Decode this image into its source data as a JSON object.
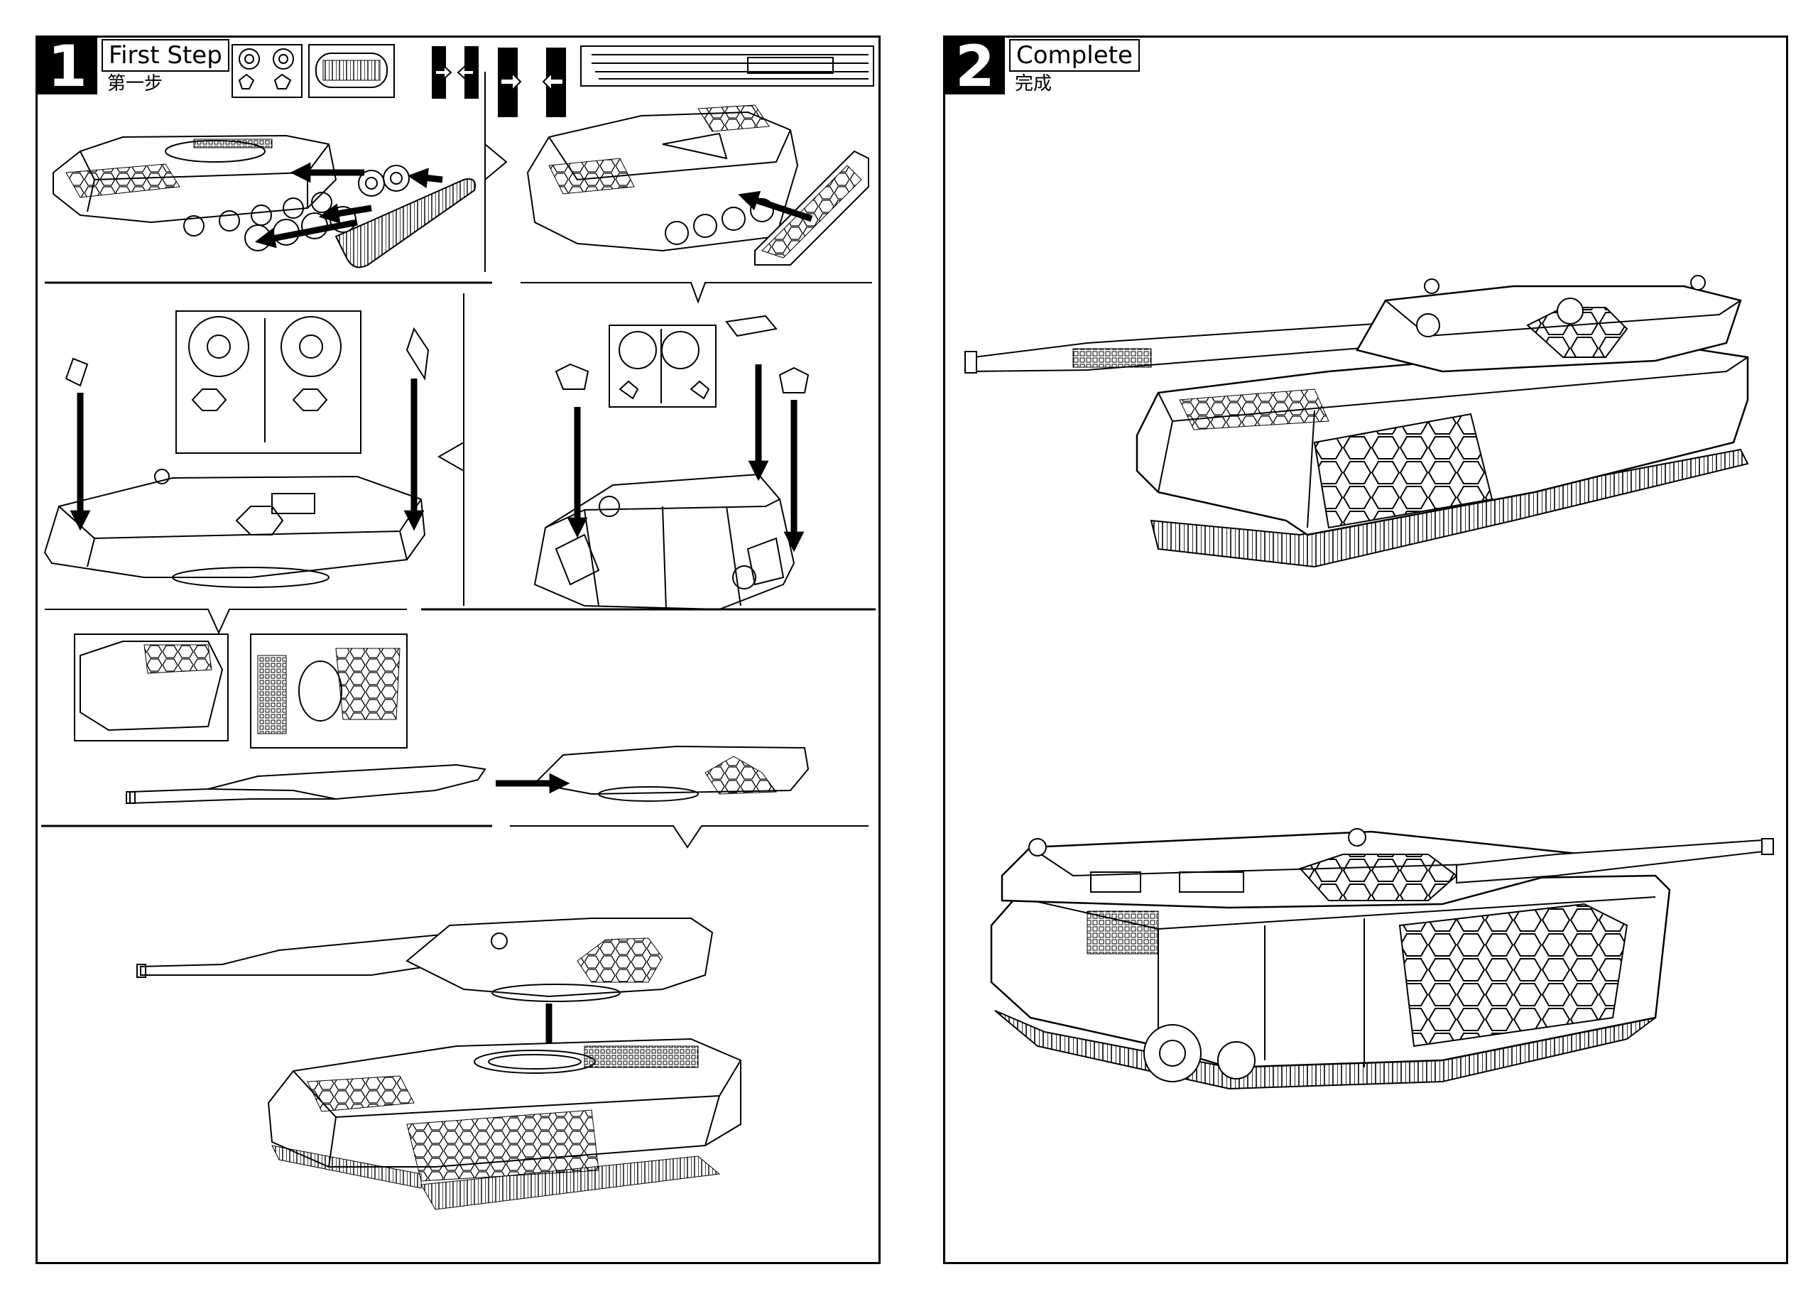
{
  "steps": [
    {
      "number": "1",
      "title": "First Step",
      "subtitle": "第一步"
    },
    {
      "number": "2",
      "title": "Complete",
      "subtitle": "完成"
    }
  ],
  "icons": [
    "arrow-in-right-icon",
    "arrow-in-left-icon"
  ],
  "colors": {
    "ink": "#000000",
    "paper": "#ffffff"
  }
}
